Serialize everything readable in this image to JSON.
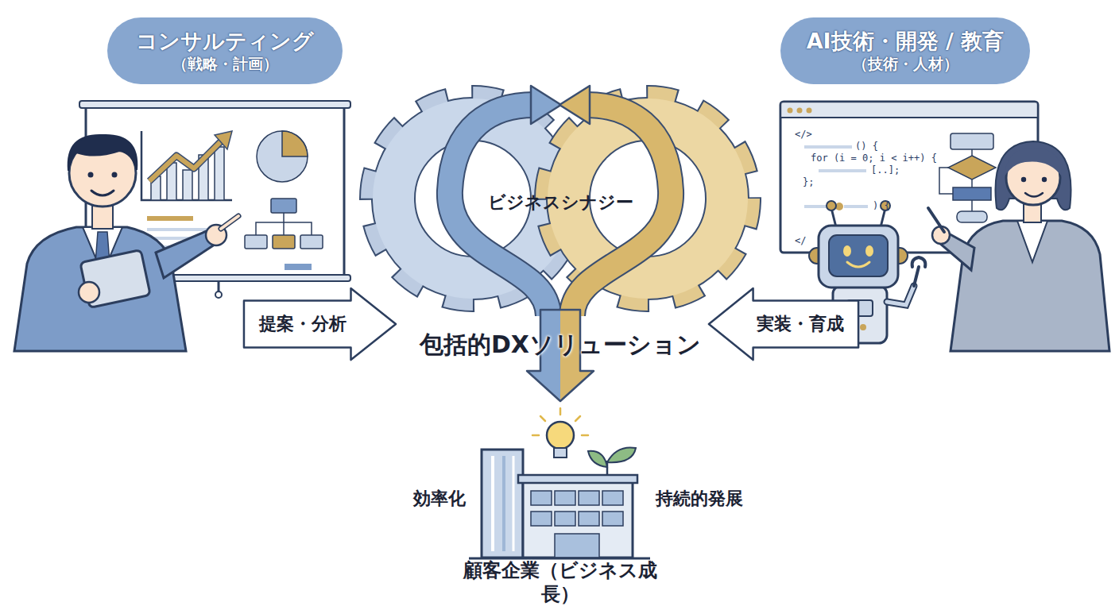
{
  "diagram": {
    "nodes": [
      {
        "text": [
          "コンサルティング",
          "（戦略・計画）"
        ]
      },
      {
        "text": [
          "AI技術・開発 / 教育",
          "（技術・人材）"
        ]
      },
      {
        "text": [
          "提案・分析"
        ]
      },
      {
        "text": [
          "ビジネスシナジー"
        ]
      },
      {
        "text": [
          "実装・育成"
        ]
      },
      {
        "text": [
          "顧客企業（ビジネス成長）"
        ]
      }
    ],
    "edges": [
      {
        "from": 3,
        "to": 5,
        "arrow": "to"
      }
    ],
    "labels": [
      "包括的DXソリューション",
      "効率化",
      "持続的発展",
      "</>",
      "() {",
      "for (i = 0; i < i++) {",
      "[..];",
      "};",
      ") {",
      "</"
    ]
  }
}
